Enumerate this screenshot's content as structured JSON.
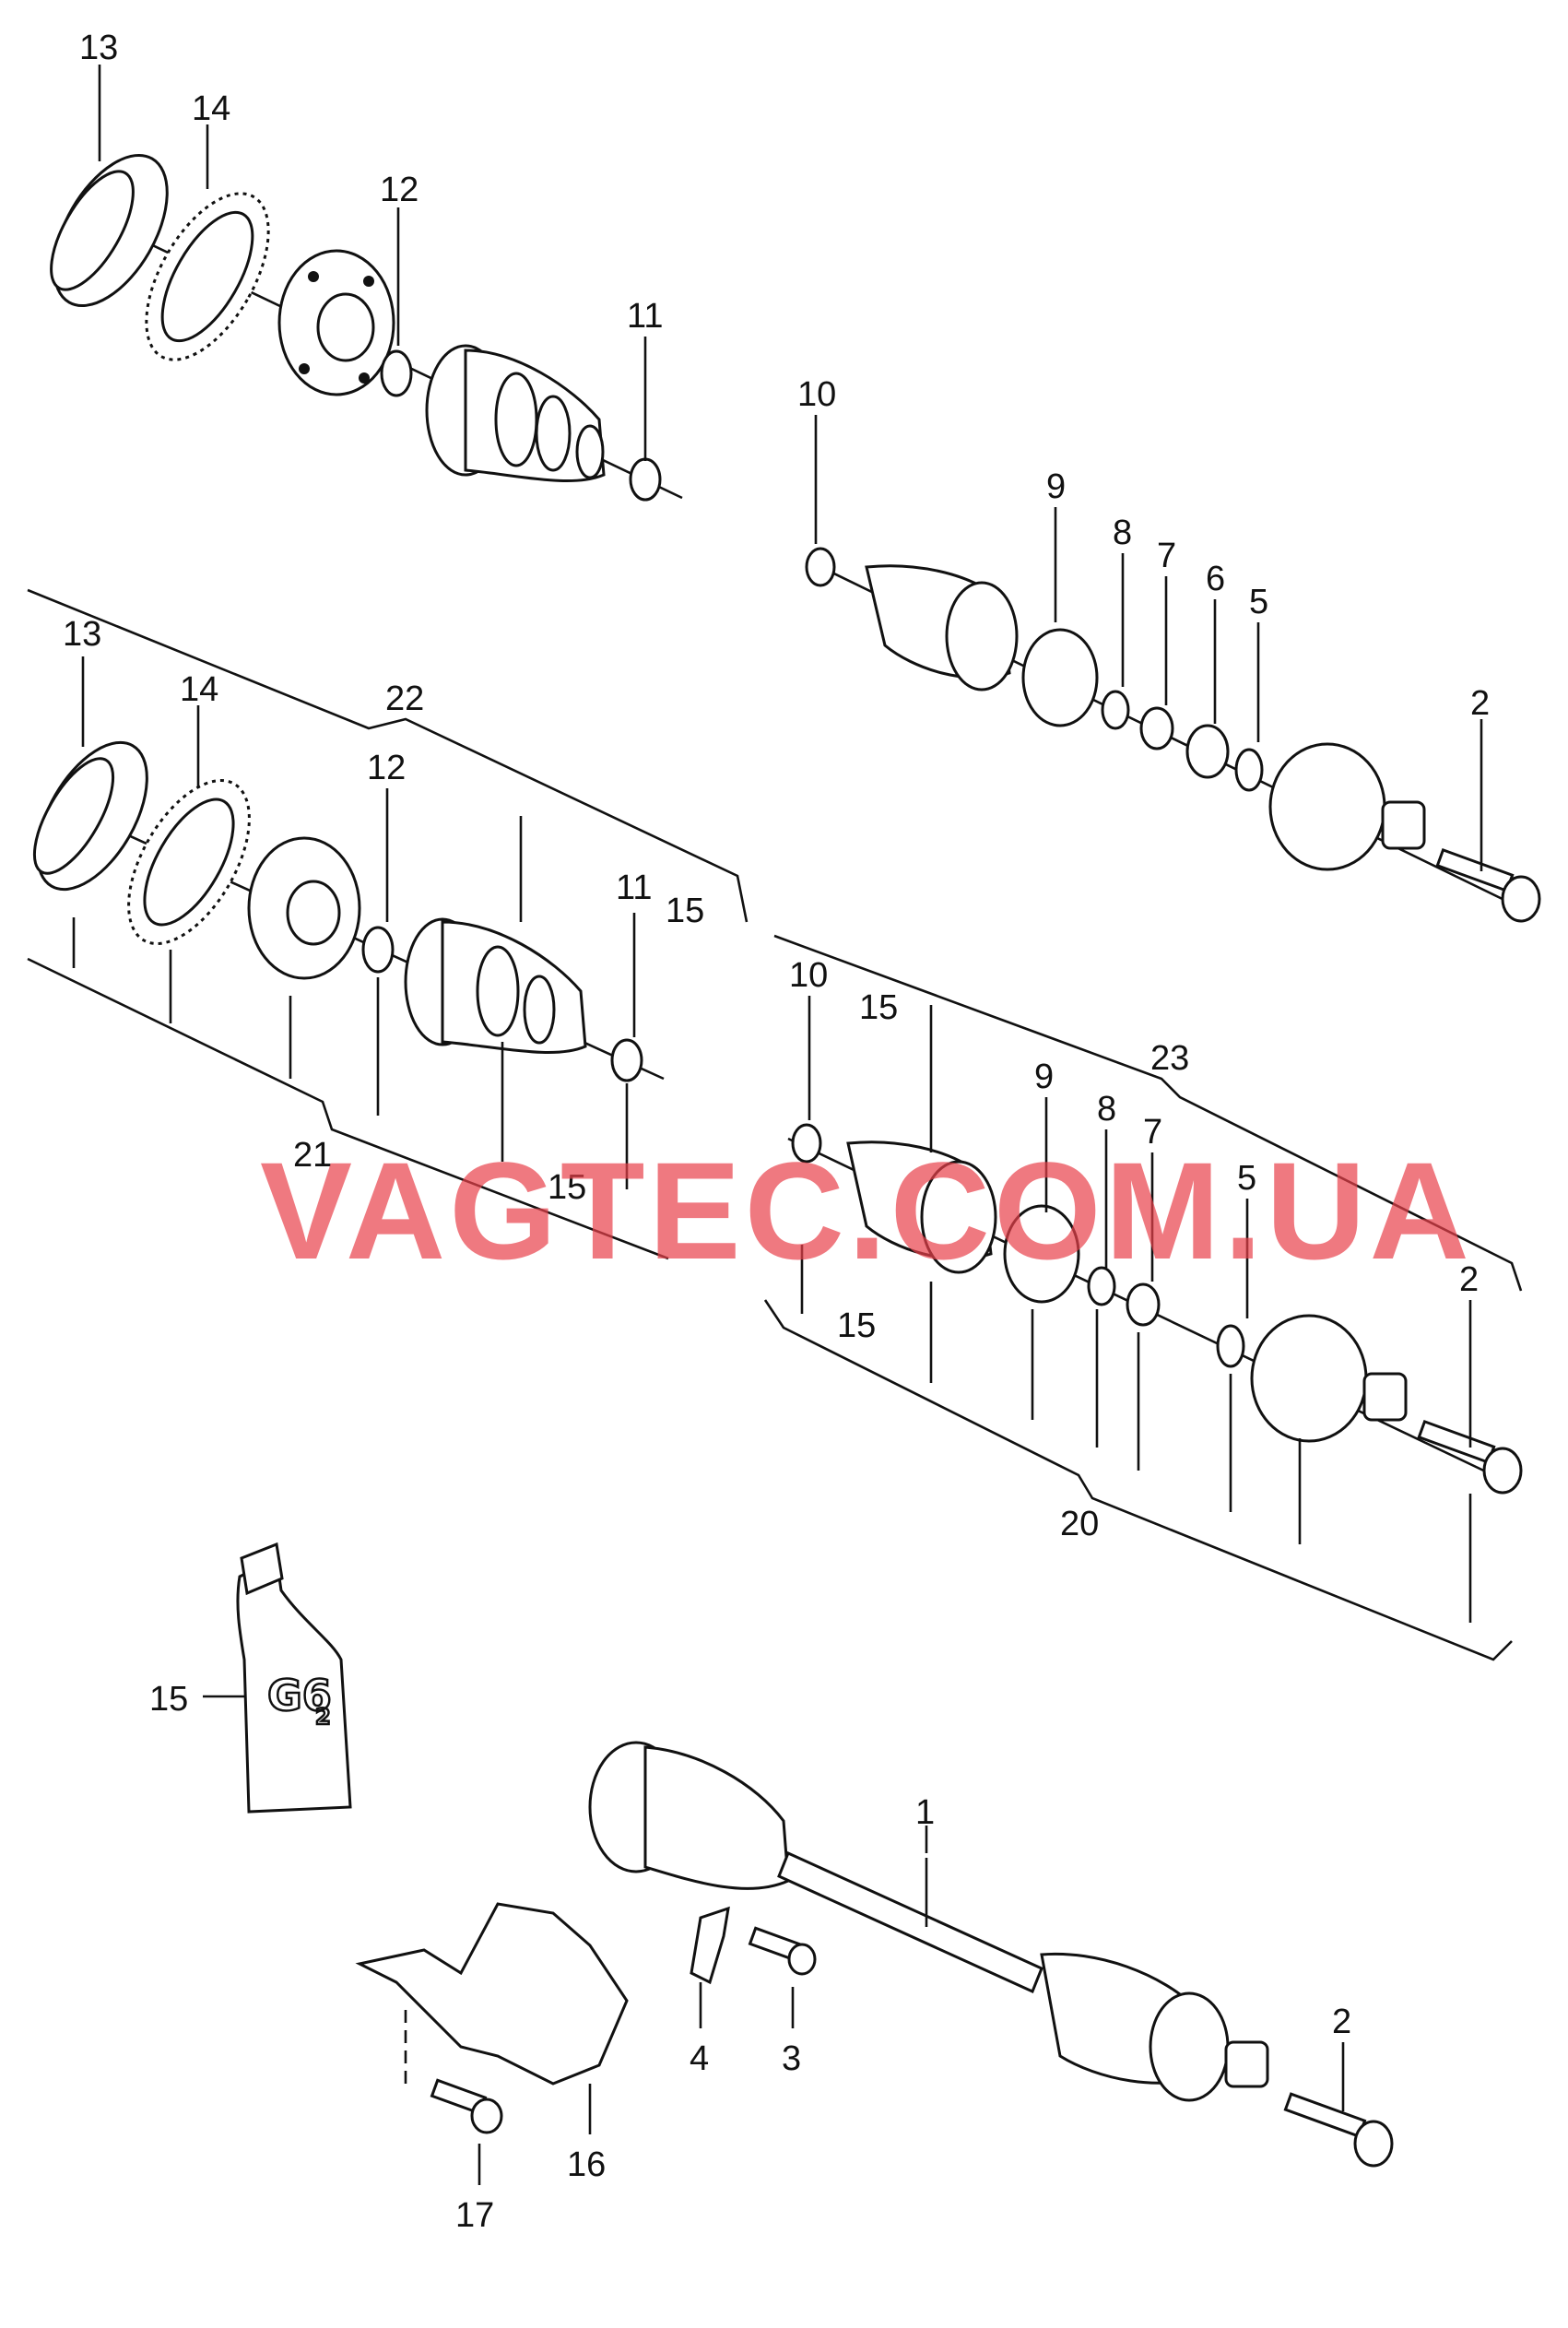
{
  "watermark": "VAGTEC.COM.UA",
  "grease_tube_text": "G6",
  "grease_tube_subscript": "2",
  "labels": {
    "l1": "1",
    "l2a": "2",
    "l2b": "2",
    "l2c": "2",
    "l3": "3",
    "l4": "4",
    "l5a": "5",
    "l5b": "5",
    "l6": "6",
    "l7a": "7",
    "l7b": "7",
    "l8a": "8",
    "l8b": "8",
    "l9a": "9",
    "l9b": "9",
    "l10a": "10",
    "l10b": "10",
    "l11a": "11",
    "l11b": "11",
    "l12a": "12",
    "l12b": "12",
    "l13a": "13",
    "l13b": "13",
    "l14a": "14",
    "l14b": "14",
    "l15a": "15",
    "l15b": "15",
    "l15c": "15",
    "l15d": "15",
    "l15e": "15",
    "l16": "16",
    "l17": "17",
    "l20": "20",
    "l21": "21",
    "l22": "22",
    "l23": "23"
  }
}
